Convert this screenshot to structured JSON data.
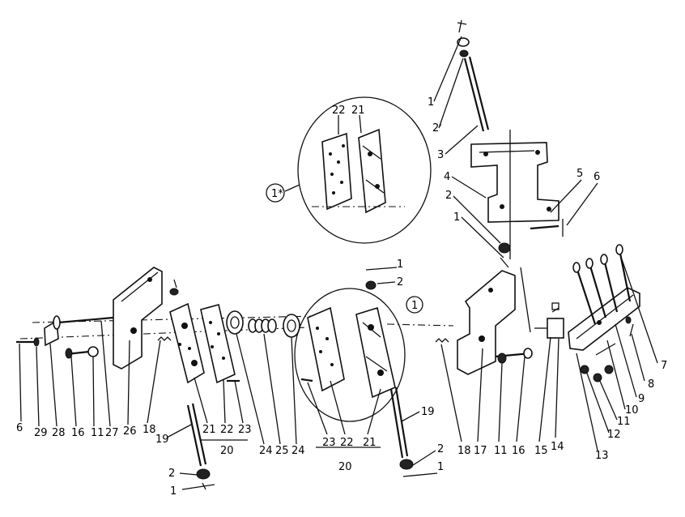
{
  "callouts": {
    "c1": "1",
    "c2": "2",
    "c3": "3",
    "c4": "4",
    "c5": "5",
    "c6": "6",
    "c7": "7",
    "c8": "8",
    "c9": "9",
    "c10": "10",
    "c11": "11",
    "c12": "12",
    "c13": "13",
    "c14": "14",
    "c15": "15",
    "c16": "16",
    "c17": "17",
    "c18": "18",
    "c19": "19",
    "c20": "20",
    "c21": "21",
    "c22": "22",
    "c23": "23",
    "c24": "24",
    "c25": "25",
    "c26": "26",
    "c27": "27",
    "c28": "28",
    "c29": "29",
    "detail_ref": "1",
    "detail_ref_marked": "1*",
    "upper_1": "1",
    "upper_2": "2'"
  }
}
